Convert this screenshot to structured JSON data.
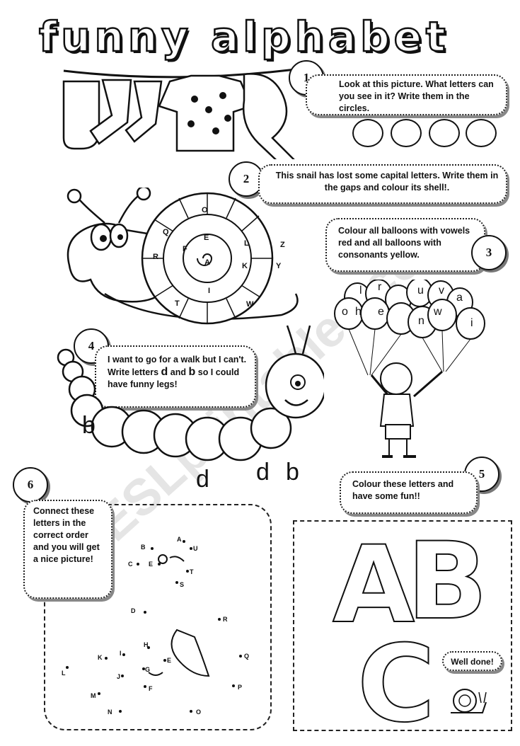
{
  "title": "Funny Alphabet",
  "watermark": "ESLprintables.com",
  "task1": {
    "number": "1",
    "text": "Look at this picture. What letters can you see in it? Write them in the circles."
  },
  "task2": {
    "number": "2",
    "text": "This snail has lost some capital letters. Write them in the gaps and colour its shell!."
  },
  "task3": {
    "number": "3",
    "text": "Colour all balloons with vowels red and all balloons with consonants yellow."
  },
  "task4": {
    "number": "4",
    "text_a": "I want to go for a walk but I can't. Write letters",
    "letter1": "d",
    "and": "and",
    "letter2": "b",
    "text_b": "so I could have funny legs!"
  },
  "task5": {
    "number": "5",
    "text": "Colour these letters and have some fun!!"
  },
  "task6": {
    "number": "6",
    "text": "Connect these letters in the correct order and you will get a nice picture!"
  },
  "done": "Well done!",
  "snail_letters": [
    "O",
    "Q",
    "E",
    "L",
    "Z",
    "F",
    "R",
    "A",
    "K",
    "Y",
    "I",
    "T",
    "W"
  ],
  "balloon_letters": [
    "l",
    "r",
    "u",
    "v",
    "a",
    "o",
    "h",
    "e",
    "n",
    "w",
    "i"
  ],
  "caterpillar_letters": [
    "b",
    "d",
    "d",
    "b"
  ],
  "big_letters": [
    "A",
    "B",
    "C"
  ],
  "dot_letters": [
    "A",
    "B",
    "U",
    "C",
    "E",
    "T",
    "S",
    "D",
    "R",
    "H",
    "K",
    "I",
    "E",
    "Q",
    "L",
    "J",
    "G",
    "M",
    "F",
    "P",
    "N",
    "O"
  ]
}
